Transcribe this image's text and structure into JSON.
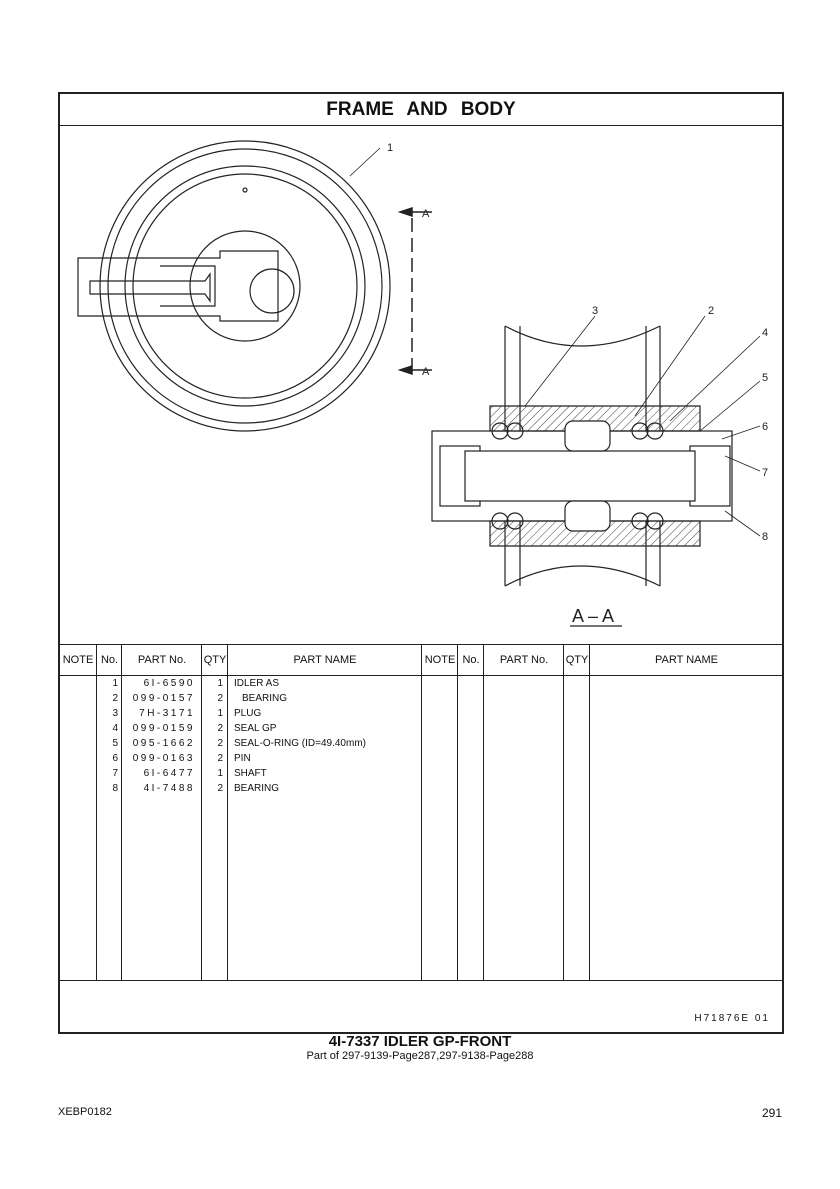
{
  "title": "FRAME AND BODY",
  "drawing": {
    "callouts": [
      "1",
      "2",
      "3",
      "4",
      "5",
      "6",
      "7",
      "8"
    ],
    "section_mark": "A",
    "section_label": "A – A"
  },
  "table": {
    "headers": {
      "note": "NOTE",
      "no": "No.",
      "part_no": "PART No.",
      "qty": "QTY",
      "part_name": "PART NAME"
    },
    "rows": [
      {
        "no": "1",
        "part_no": "6I-6590",
        "qty": "1",
        "name": "IDLER AS"
      },
      {
        "no": "2",
        "part_no": "099-0157",
        "qty": "2",
        "name": "BEARING"
      },
      {
        "no": "3",
        "part_no": "7H-3171",
        "qty": "1",
        "name": "PLUG"
      },
      {
        "no": "4",
        "part_no": "099-0159",
        "qty": "2",
        "name": "SEAL GP"
      },
      {
        "no": "5",
        "part_no": "095-1662",
        "qty": "2",
        "name": "SEAL-O-RING (ID=49.40mm)"
      },
      {
        "no": "6",
        "part_no": "099-0163",
        "qty": "2",
        "name": "PIN"
      },
      {
        "no": "7",
        "part_no": "6I-6477",
        "qty": "1",
        "name": "SHAFT"
      },
      {
        "no": "8",
        "part_no": "4I-7488",
        "qty": "2",
        "name": "BEARING"
      }
    ]
  },
  "drawing_code": "H71876E 01",
  "caption": {
    "title": "4I-7337 IDLER GP-FRONT",
    "subtitle": "Part of 297-9139-Page287,297-9138-Page288"
  },
  "footer": {
    "doc_id": "XEBP0182",
    "page": "291"
  }
}
